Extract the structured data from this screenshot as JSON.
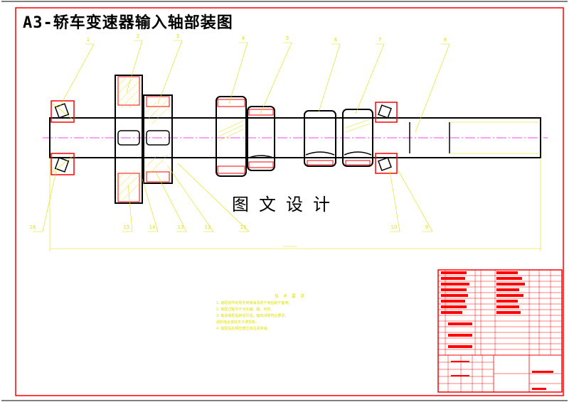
{
  "title": "A3-轿车变速器输入轴部装图",
  "watermark": "图文设计",
  "balloons_top": [
    "1",
    "2",
    "3",
    "4",
    "5",
    "6",
    "7",
    "8"
  ],
  "balloons_bottom": [
    "16",
    "15",
    "14",
    "13",
    "12",
    "11",
    "10",
    "9"
  ],
  "tech_notes": {
    "heading": "技术要求",
    "lines": [
      "1. 装配前所有零件用煤油清洗干净后晾干备用。",
      "2. 装配过程中不允许磕、碰、划伤。",
      "3. 轴承装配后转动灵活，轴向间隙符合要求，",
      "   齿轮啮合良好无卡滞现象。",
      "4. 装配后在相应部位加注润滑油。"
    ]
  },
  "colors": {
    "border": "#ff0000",
    "part_outline": "#ff0000",
    "shaft_outline": "#000000",
    "centerline": "#ff00ff",
    "leader": "#e0e000",
    "hatch": "#e0e000"
  }
}
